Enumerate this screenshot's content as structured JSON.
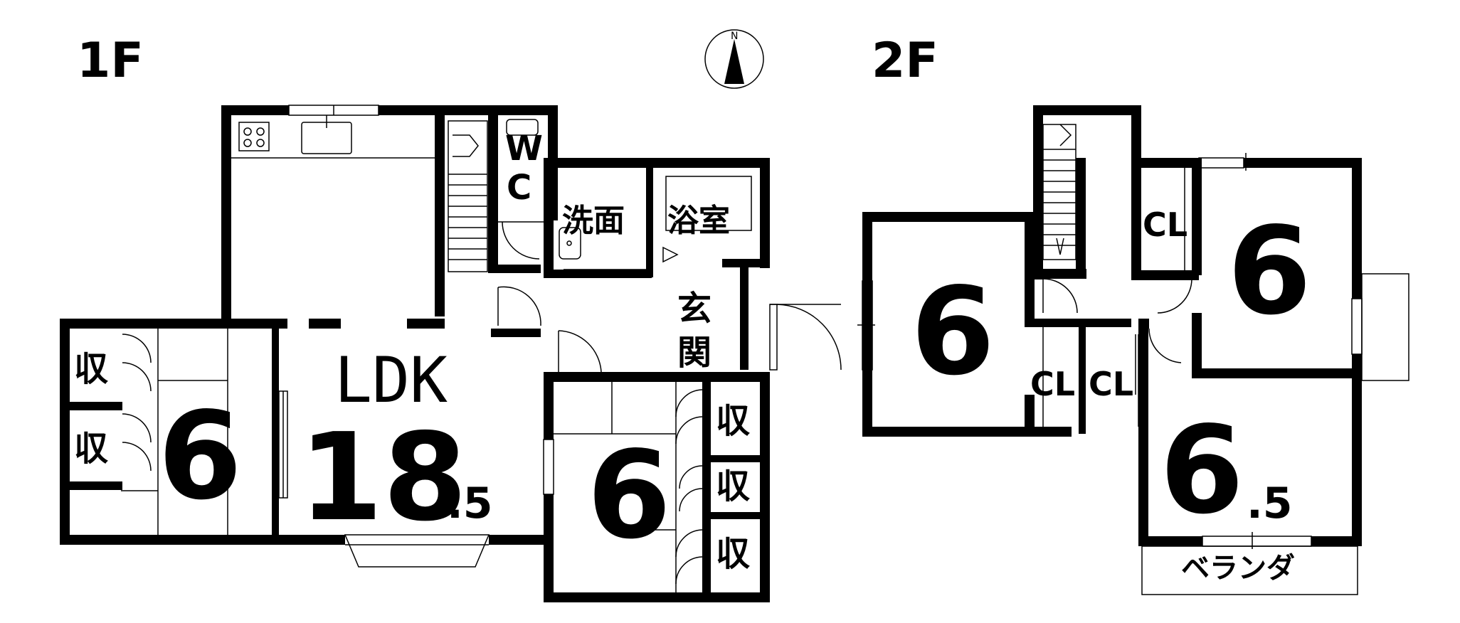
{
  "floors": {
    "first": {
      "label": "1F",
      "rooms": {
        "ldk_name": "LDK",
        "ldk_size_int": "18",
        "ldk_size_dec": ".5",
        "west_room_size": "6",
        "south_room_size": "6",
        "wc_line1": "W",
        "wc_line2": "C",
        "washroom": "洗面",
        "bathroom": "浴室",
        "entrance_line1": "玄",
        "entrance_line2": "関"
      },
      "storage_label": "収"
    },
    "second": {
      "label": "2F",
      "rooms": {
        "west_room_size": "6",
        "east_room_size": "6",
        "south_room_size_int": "6",
        "south_room_size_dec": ".5",
        "veranda": "ベランダ"
      },
      "closet_label": "CL"
    }
  },
  "compass": {
    "north_label": "N"
  }
}
